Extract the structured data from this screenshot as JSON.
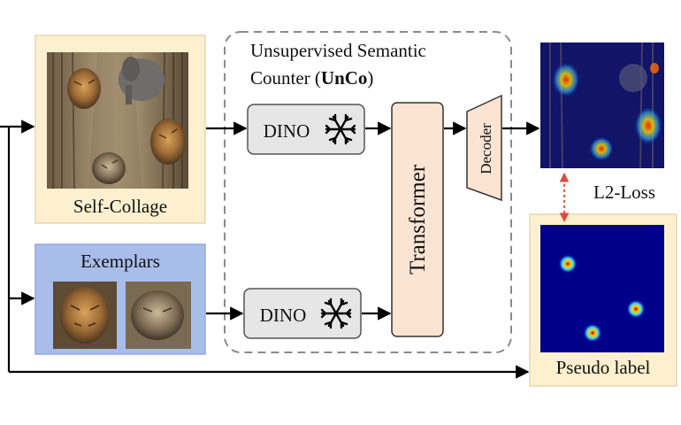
{
  "unco": {
    "title_line1": "Unsupervised Semantic",
    "title_line2_prefix": "Counter (",
    "title_line2_bold": "UnCo",
    "title_line2_suffix": ")"
  },
  "self_collage": {
    "label": "Self-Collage"
  },
  "exemplars": {
    "label": "Exemplars"
  },
  "dino_top": {
    "label": "DINO"
  },
  "dino_bottom": {
    "label": "DINO"
  },
  "transformer": {
    "label": "Transformer"
  },
  "decoder": {
    "label": "Decoder"
  },
  "loss": {
    "label": "L2-Loss"
  },
  "pseudo_label": {
    "label": "Pseudo label"
  },
  "colors": {
    "cream": "#fcf0cf",
    "cream_border": "#e6d7ad",
    "exemplar_blue": "#a9bdeb",
    "node_fill": "#fbe4d2",
    "dino_fill": "#e6e6e6",
    "arrow": "#000000",
    "loss_link": "#e04a3a",
    "heatmap_bg": "#00008a",
    "dashed_border": "#8a8a8a"
  },
  "icons": [
    "snowflake-icon",
    "tiger-photo",
    "elephant-photo",
    "heatmap-image"
  ]
}
